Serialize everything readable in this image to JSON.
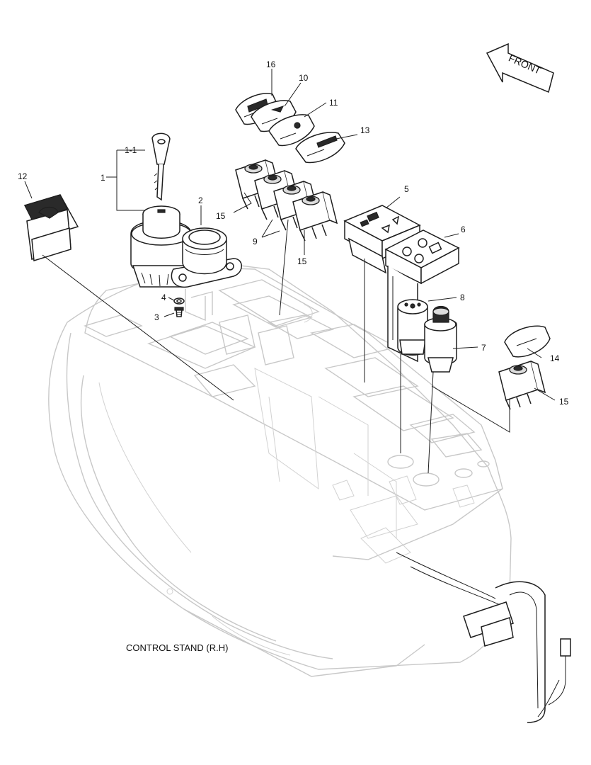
{
  "caption": "CONTROL STAND (R.H)",
  "direction_marker": "FRONT",
  "callouts": {
    "c1": "1",
    "c1_1": "1-1",
    "c2": "2",
    "c3": "3",
    "c4": "4",
    "c5": "5",
    "c6": "6",
    "c7": "7",
    "c8": "8",
    "c9": "9",
    "c10": "10",
    "c11": "11",
    "c12": "12",
    "c13": "13",
    "c14": "14",
    "c15a": "15",
    "c15b": "15",
    "c15c": "15",
    "c16": "16"
  }
}
